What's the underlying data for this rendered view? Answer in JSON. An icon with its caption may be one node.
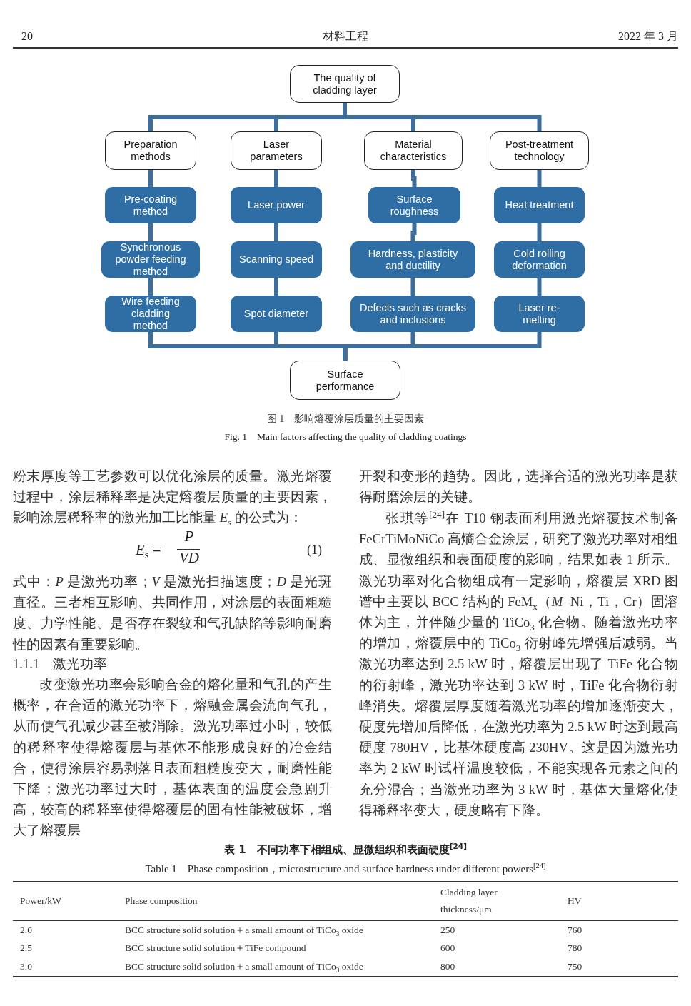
{
  "diagram": {
    "caption": "图 1　影响熔覆涂层质量的主要因素",
    "nodes": [
      {
        "text": [
          "The quality of cladding layer"
        ]
      },
      {
        "text": [
          "Preparation methods"
        ]
      },
      {
        "text": [
          "Laser parameters"
        ]
      },
      {
        "text": [
          "Material characteristics"
        ]
      },
      {
        "text": [
          "Post-treatment technology"
        ]
      },
      {
        "text": [
          "Pre-coating method"
        ]
      },
      {
        "text": [
          "Laser power"
        ]
      },
      {
        "text": [
          "Surface roughness"
        ]
      },
      {
        "text": [
          "Heat treatment"
        ]
      },
      {
        "text": [
          "Synchronous powder feeding method"
        ]
      },
      {
        "text": [
          "Scanning speed"
        ]
      },
      {
        "text": [
          "Hardness, plasticity and ductility"
        ]
      },
      {
        "text": [
          "Cold rolling deformation"
        ]
      },
      {
        "text": [
          "Wire feeding cladding method"
        ]
      },
      {
        "text": [
          "Spot diameter"
        ]
      },
      {
        "text": [
          "Defects such as cracks and inclusions"
        ]
      },
      {
        "text": [
          "Laser re-melting"
        ]
      },
      {
        "text": [
          "Surface performance"
        ]
      }
    ],
    "edges": [
      {
        "from": 0,
        "to": 1,
        "arrow": "none"
      },
      {
        "from": 0,
        "to": 2,
        "arrow": "none"
      },
      {
        "from": 0,
        "to": 3,
        "arrow": "none"
      },
      {
        "from": 0,
        "to": 4,
        "arrow": "none"
      },
      {
        "from": 1,
        "to": 5,
        "arrow": "none"
      },
      {
        "from": 5,
        "to": 9,
        "arrow": "none"
      },
      {
        "from": 9,
        "to": 13,
        "arrow": "none"
      },
      {
        "from": 2,
        "to": 6,
        "arrow": "none"
      },
      {
        "from": 6,
        "to": 10,
        "arrow": "none"
      },
      {
        "from": 10,
        "to": 14,
        "arrow": "none"
      },
      {
        "from": 3,
        "to": 7,
        "arrow": "none"
      },
      {
        "from": 7,
        "to": 11,
        "arrow": "none"
      },
      {
        "from": 11,
        "to": 15,
        "arrow": "none"
      },
      {
        "from": 4,
        "to": 8,
        "arrow": "none"
      },
      {
        "from": 8,
        "to": 12,
        "arrow": "none"
      },
      {
        "from": 12,
        "to": 16,
        "arrow": "none"
      },
      {
        "from": 13,
        "to": 17,
        "arrow": "none"
      },
      {
        "from": 14,
        "to": 17,
        "arrow": "none"
      },
      {
        "from": 15,
        "to": 17,
        "arrow": "none"
      },
      {
        "from": 16,
        "to": 17,
        "arrow": "none"
      }
    ],
    "labels": [
      "20",
      "材料工程",
      "2022 年 3 月",
      "Fig. 1　Main factors affecting the quality of cladding coatings",
      "粉末厚度等工艺参数可以优化涂层的质量。激光熔覆过程中，涂层稀释率是决定熔覆层质量的主要因素，影响涂层稀释率的激光加工比能量 *E*$_{s}$ 的公式为：",
      "*E*$_{s}$ =",
      "P",
      "VD",
      "(1)",
      "式中：*P* 是激光功率；*V* 是激光扫描速度；*D* 是光斑直径。三者相互影响、共同作用，对涂层的表面粗糙度、力学性能、是否存在裂纹和气孔缺陷等影响耐磨性的因素有重要影响。",
      "1.1.1　激光功率",
      "改变激光功率会影响合金的熔化量和气孔的产生概率，在合适的激光功率下，熔融金属会流向气孔，从而使气孔减少甚至被消除。激光功率过小时，较低的稀释率使得熔覆层与基体不能形成良好的冶金结合，使得涂层容易剥落且表面粗糙度变大，耐磨性能下降；激光功率过大时，基体表面的温度会急剧升高，较高的稀释率使得熔覆层的固有性能被破坏，增大了熔覆层",
      "开裂和变形的趋势。因此，选择合适的激光功率是获得耐磨涂层的关键。",
      "张琪等$^{[24]}$在 T10 钢表面利用激光熔覆技术制备 FeCrTiMoNiCo 高熵合金涂层，研究了激光功率对相组成、显微组织和表面硬度的影响，结果如表 1 所示。激光功率对化合物组成有一定影响，熔覆层 XRD 图谱中主要以 BCC 结构的 FeM$_{x}$（*M*=Ni，Ti，Cr）固溶体为主，并伴随少量的 TiCo$_{3}$ 化合物。随着激光功率的增加，熔覆层中的 TiCo$_{3}$ 衍射峰先增强后减弱。当激光功率达到 2.5 kW 时，熔覆层出现了 TiFe 化合物的衍射峰，激光功率达到 3 kW 时，TiFe 化合物衍射峰消失。熔覆层厚度随着激光功率的增加逐渐变大，硬度先增加后降低，在激光功率为 2.5 kW 时达到最高硬度 780HV，比基体硬度高 230HV。这是因为激光功率为 2 kW 时试样温度较低，不能实现各元素之间的充分混合；当激光功率为 3 kW 时，基体大量熔化使得稀释率变大，硬度略有下降。",
      "表 1　不同功率下相组成、显微组织和表面硬度$^{[24]}$",
      "Table 1　Phase composition，microstructure and surface hardness under different powers$^{[24]}$",
      "Power/kW",
      "Phase composition",
      "Cladding layer thickness/μm",
      "HV",
      "2.0",
      "BCC structure solid solution＋a small amount of TiCo$_{3}$ oxide",
      "250",
      "760",
      "2.5",
      "BCC structure solid solution＋TiFe compound",
      "600",
      "780",
      "3.0",
      "BCC structure solid solution＋a small amount of TiCo$_{3}$ oxide",
      "800",
      "750"
    ]
  }
}
